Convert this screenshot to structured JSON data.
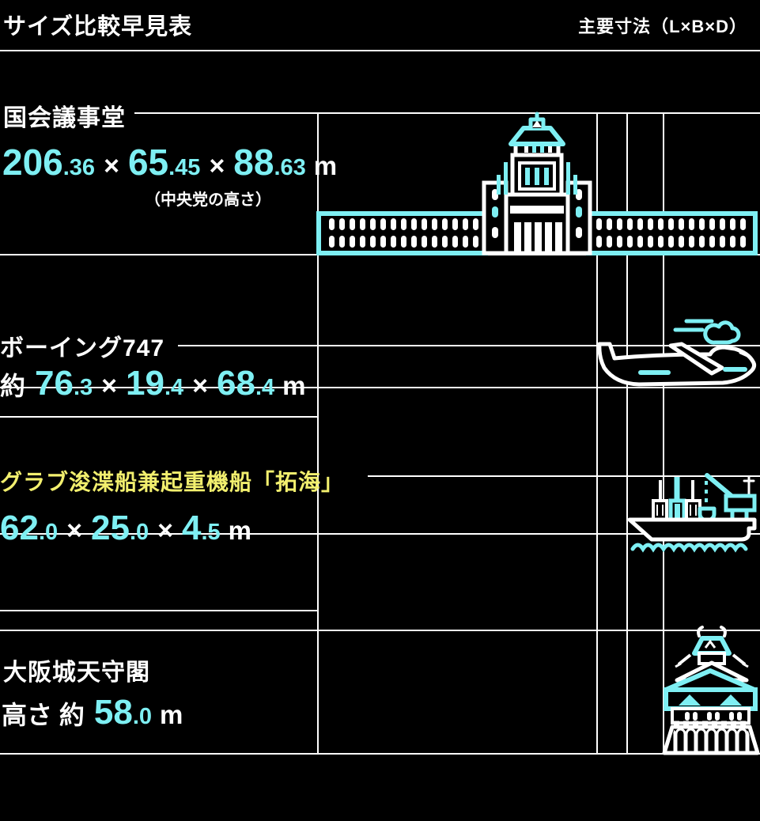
{
  "title": "サイズ比較早見表",
  "subtitle": "主要寸法（L×B×D）",
  "colors": {
    "background": "#000000",
    "grid_line": "#ffffff",
    "accent_cyan": "#7EEFF3",
    "accent_yellow": "#F2EF6E",
    "text": "#ffffff"
  },
  "rows": [
    {
      "name": "国会議事堂",
      "note": "（中央党の高さ）",
      "prefix": "",
      "dims": [
        {
          "int": "206",
          "dec": ".36"
        },
        {
          "int": "65",
          "dec": ".45"
        },
        {
          "int": "88",
          "dec": ".63"
        }
      ],
      "unit": "m",
      "illustration": "national-diet-building"
    },
    {
      "name": "ボーイング747",
      "note": "",
      "prefix": "約",
      "dims": [
        {
          "int": "76",
          "dec": ".3"
        },
        {
          "int": "19",
          "dec": ".4"
        },
        {
          "int": "68",
          "dec": ".4"
        }
      ],
      "unit": "m",
      "illustration": "boeing-747-airplane"
    },
    {
      "name": "グラブ浚渫船兼起重機船「拓海」",
      "note": "",
      "prefix": "",
      "dims": [
        {
          "int": "62",
          "dec": ".0"
        },
        {
          "int": "25",
          "dec": ".0"
        },
        {
          "int": "4",
          "dec": ".5"
        }
      ],
      "unit": "m",
      "illustration": "grab-dredger-crane-ship"
    },
    {
      "name": "大阪城天守閣",
      "note": "",
      "prefix": "高さ 約",
      "dims": [
        {
          "int": "58",
          "dec": ".0"
        }
      ],
      "unit": "m",
      "illustration": "osaka-castle-tower"
    }
  ]
}
